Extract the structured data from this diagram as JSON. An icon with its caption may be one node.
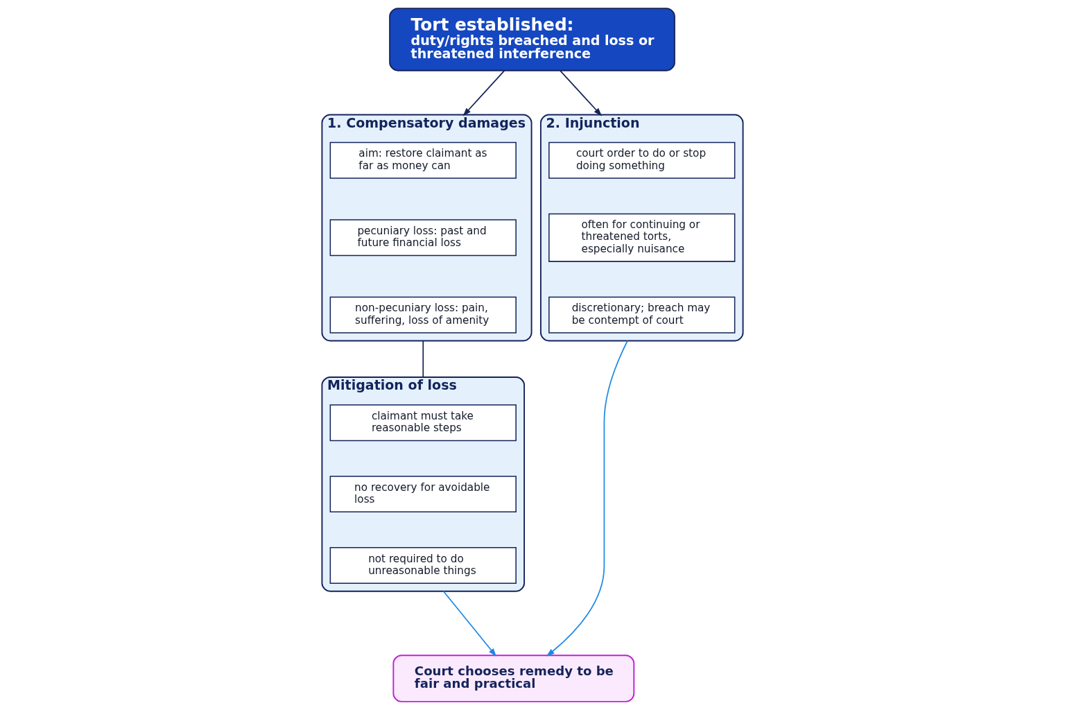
{
  "diagram": {
    "nodes": [
      {
        "text": [
          "Tort established:",
          "duty/rights breached and loss or threatened interference"
        ]
      },
      {
        "text": [
          "1. Compensatory damages"
        ]
      },
      {
        "text": [
          "aim: restore claimant as far as money can"
        ],
        "in": 1
      },
      {
        "text": [
          "pecuniary loss: past and future financial loss"
        ],
        "in": 1
      },
      {
        "text": [
          "non-pecuniary loss: pain, suffering, loss of amenity"
        ],
        "in": 1
      },
      {
        "text": [
          "2. Injunction"
        ]
      },
      {
        "text": [
          "court order to do or stop doing something"
        ],
        "in": 5
      },
      {
        "text": [
          "often for continuing or threatened torts, especially nuisance"
        ],
        "in": 5
      },
      {
        "text": [
          "discretionary; breach may be contempt of court"
        ],
        "in": 5
      },
      {
        "text": [
          "Mitigation of loss"
        ]
      },
      {
        "text": [
          "claimant must take reasonable steps"
        ],
        "in": 9
      },
      {
        "text": [
          "no recovery for avoidable loss"
        ],
        "in": 9
      },
      {
        "text": [
          "not required to do unreasonable things"
        ],
        "in": 9
      },
      {
        "text": [
          "Court chooses remedy to be fair and practical"
        ]
      }
    ],
    "edges": [
      {
        "from": 0,
        "to": 1,
        "arrow": "to"
      },
      {
        "from": 0,
        "to": 5,
        "arrow": "to"
      },
      {
        "from": 1,
        "to": 9,
        "arrow": "none"
      },
      {
        "from": 9,
        "to": 13,
        "arrow": "to",
        "color": "#1e88e5"
      },
      {
        "from": 5,
        "to": 13,
        "arrow": "to",
        "color": "#1e88e5"
      }
    ]
  }
}
